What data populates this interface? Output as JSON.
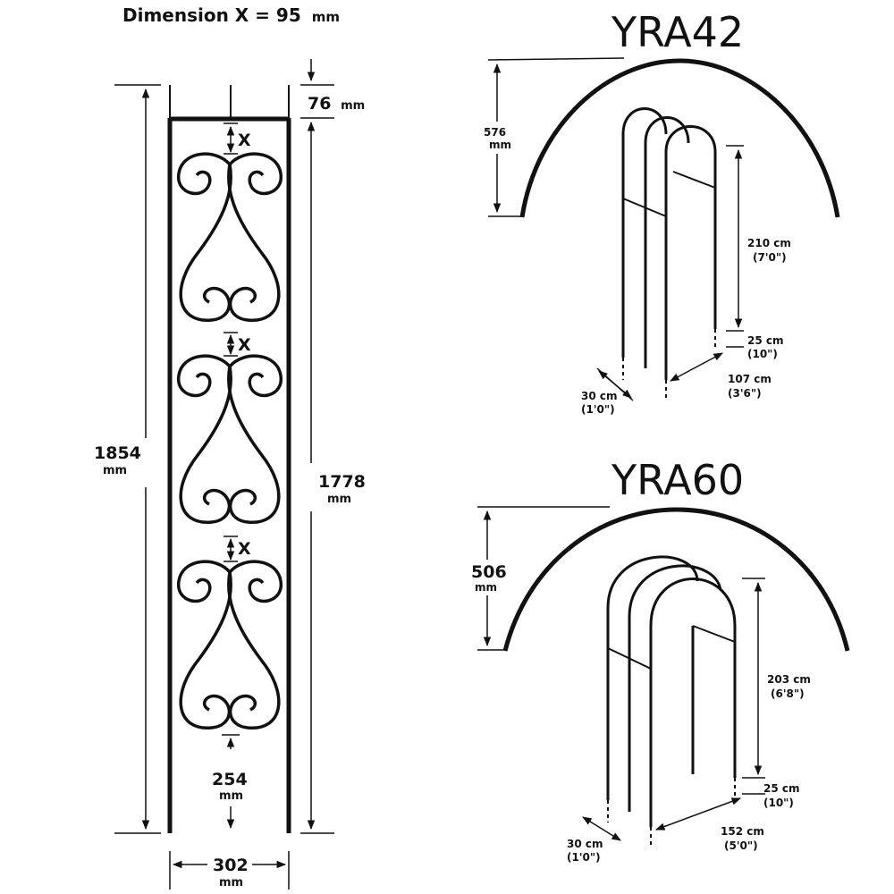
{
  "header": {
    "title": "Dimension X = 95",
    "title_unit": "mm"
  },
  "panel": {
    "top_dim": "76",
    "top_unit": "mm",
    "height_total": "1854",
    "height_total_unit": "mm",
    "height_inner": "1778",
    "height_inner_unit": "mm",
    "bottom_gap": "254",
    "bottom_gap_unit": "mm",
    "width": "302",
    "width_unit": "mm",
    "gap_label": "X"
  },
  "arches": [
    {
      "model": "YRA42",
      "radius_value": "576",
      "radius_unit": "mm",
      "height_cm": "210 cm",
      "height_ft": "(7'0\")",
      "spike_cm": "25 cm",
      "spike_in": "(10\")",
      "depth_cm": "30 cm",
      "depth_ft": "(1'0\")",
      "width_cm": "107 cm",
      "width_ft": "(3'6\")"
    },
    {
      "model": "YRA60",
      "radius_value": "506",
      "radius_unit": "mm",
      "height_cm": "203 cm",
      "height_ft": "(6'8\")",
      "spike_cm": "25 cm",
      "spike_in": "(10\")",
      "depth_cm": "30 cm",
      "depth_ft": "(1'0\")",
      "width_cm": "152 cm",
      "width_ft": "(5'0\")"
    }
  ]
}
